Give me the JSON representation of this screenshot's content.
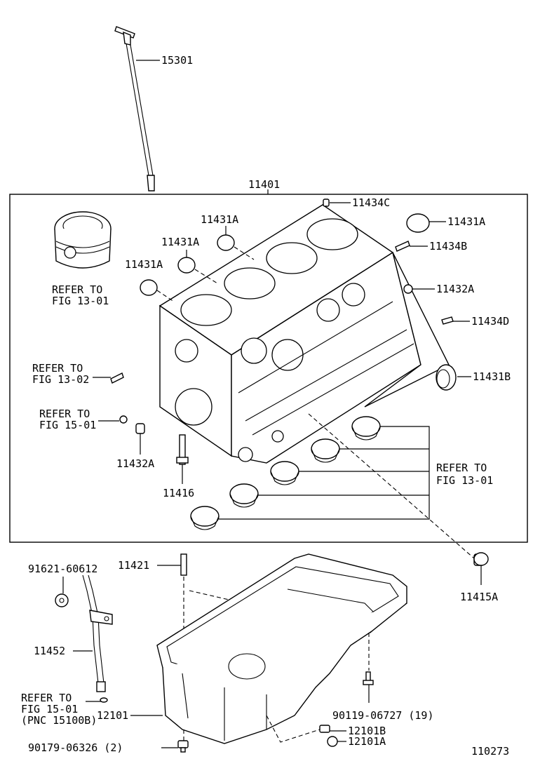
{
  "figure_number": "110273",
  "labels": {
    "dipstick": "15301",
    "block": "11401",
    "plug_c": "11434C",
    "plug_a_tr": "11431A",
    "plug_a_1": "11431A",
    "plug_a_2": "11431A",
    "plug_a_3": "11431A",
    "pin_b": "11434B",
    "plug_32a_r": "11432A",
    "pin_d": "11434D",
    "plug_b": "11431B",
    "plug_32a_l": "11432A",
    "stud": "11416",
    "drain_plug": "11415A",
    "pan_stud": "11421",
    "oring": "91621-60612",
    "guide": "11452",
    "oil_pan": "12101",
    "bolt_19": "90119-06727 (19)",
    "pan_b": "12101B",
    "pan_a": "12101A",
    "bolt_2": "90179-06326 (2)"
  },
  "refers": {
    "piston": [
      "REFER TO",
      "FIG 13-01"
    ],
    "left_1": [
      "REFER TO",
      "FIG 13-02"
    ],
    "left_2": [
      "REFER TO",
      "FIG 15-01"
    ],
    "bearings": [
      "REFER TO",
      "FIG 13-01"
    ],
    "guide_ref": [
      "REFER TO",
      "FIG 15-01",
      "(PNC 15100B)"
    ]
  }
}
